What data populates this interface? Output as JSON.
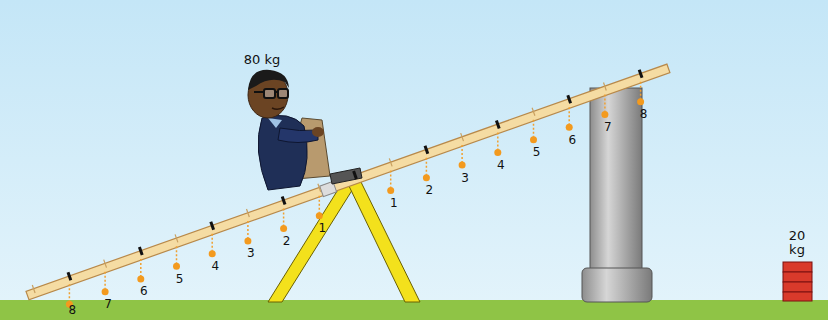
{
  "diagram": {
    "labels": [
      "80 kg",
      "8",
      "7",
      "6",
      "5",
      "4",
      "3",
      "2",
      "1",
      "1",
      "2",
      "3",
      "4",
      "5",
      "6",
      "7",
      "8",
      "20 kg"
    ]
  }
}
